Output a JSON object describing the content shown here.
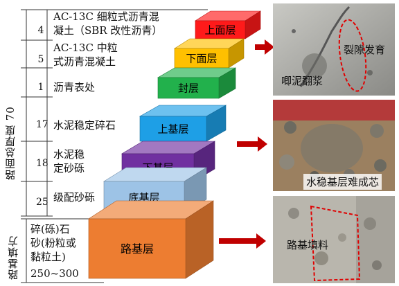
{
  "side_labels": {
    "total_thickness": "路面总厚度 70",
    "fill": "路基填方"
  },
  "layers": [
    {
      "thickness": "4",
      "description_line1": "AC-13C 细粒式沥青混",
      "description_line2": "凝土（SBR 改性沥青）",
      "block_label": "上面层",
      "color": "#ff1a1a"
    },
    {
      "thickness": "5",
      "description_line1": "AC-13C 中粒",
      "description_line2": "式沥青混凝土",
      "block_label": "下面层",
      "color": "#ffc000"
    },
    {
      "thickness": "1",
      "description_line1": "沥青表处",
      "description_line2": "",
      "block_label": "封层",
      "color": "#22b14c"
    },
    {
      "thickness": "17",
      "description_line1": "水泥稳定碎石",
      "description_line2": "",
      "block_label": "上基层",
      "color": "#1e9fe6"
    },
    {
      "thickness": "18",
      "description_line1": "水泥稳",
      "description_line2": "定砂砾",
      "block_label": "下基层",
      "color": "#7030a0"
    },
    {
      "thickness": "25",
      "description_line1": "级配砂砾",
      "description_line2": "",
      "block_label": "底基层",
      "color": "#9dc3e6"
    },
    {
      "thickness": "",
      "description_line1": "碎(砾)石",
      "description_line2": "砂(粉粒或",
      "description_line3": "黏粒土)",
      "description_line4": "250~300",
      "block_label": "路基层",
      "color": "#ed7d31"
    }
  ],
  "photos": [
    {
      "caption_a": "裂隙发育",
      "caption_b": "唧泥翻浆"
    },
    {
      "caption_a": "水稳基层难成芯"
    },
    {
      "caption_a": "路基填料"
    }
  ],
  "colors": {
    "arrow": "#c00000",
    "line": "#333333"
  }
}
